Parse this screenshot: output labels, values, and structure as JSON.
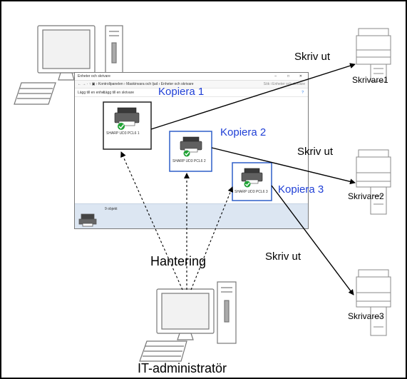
{
  "window": {
    "title": "Enheter och skrivare",
    "breadcrumb": "←  →  ·  ↑  ▣  › Kontrollpanelen › Maskinvara och ljud › Enheter och skrivare",
    "search_placeholder": "Sök i Enheter och skrivare",
    "cmd_add_device": "Lägg till en enhet",
    "cmd_add_printer": "Lägg till en skrivare",
    "status_text": "9 objekt",
    "min_glyph": "–",
    "max_glyph": "□",
    "close_glyph": "✕",
    "help_glyph": "?"
  },
  "printer_icons": [
    {
      "caption": "SHARP UD3 PCL6 1",
      "copy_label": "Kopiera 1"
    },
    {
      "caption": "SHARP UD3 PCL6 2",
      "copy_label": "Kopiera 2"
    },
    {
      "caption": "SHARP UD3 PCL6 3",
      "copy_label": "Kopiera 3"
    }
  ],
  "print_labels": [
    "Skriv ut",
    "Skriv ut",
    "Skriv ut"
  ],
  "printers": [
    {
      "label": "Skrivare1"
    },
    {
      "label": "Skrivare2"
    },
    {
      "label": "Skrivare3"
    }
  ],
  "management_label": "Hantering",
  "admin_label": "IT-administratör",
  "colors": {
    "copy_label": "#1f3fd6",
    "highlight_border": "#2e5fc9",
    "status_bar": "#dce6f2",
    "check_green": "#21a336"
  },
  "icons": [
    "client-computer-icon",
    "admin-computer-icon",
    "printer-icon",
    "copier-icon",
    "check-icon"
  ]
}
